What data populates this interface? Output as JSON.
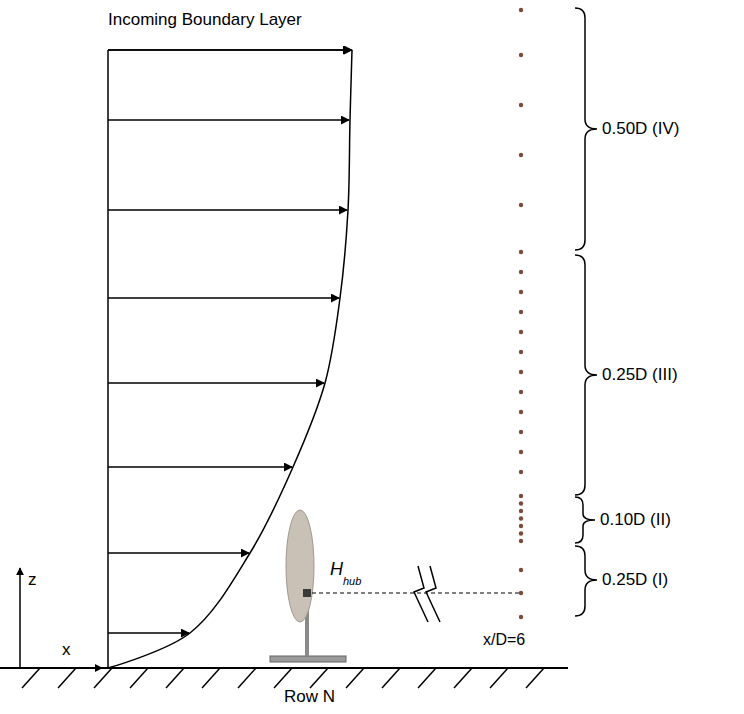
{
  "diagram": {
    "labels": [
      "Incoming Boundary Layer",
      "z",
      "x",
      "H",
      "hub",
      "Row N",
      "x/D=6",
      "0.50D (IV)",
      "0.25D (III)",
      "0.10D (II)",
      "0.25D (I)"
    ]
  }
}
